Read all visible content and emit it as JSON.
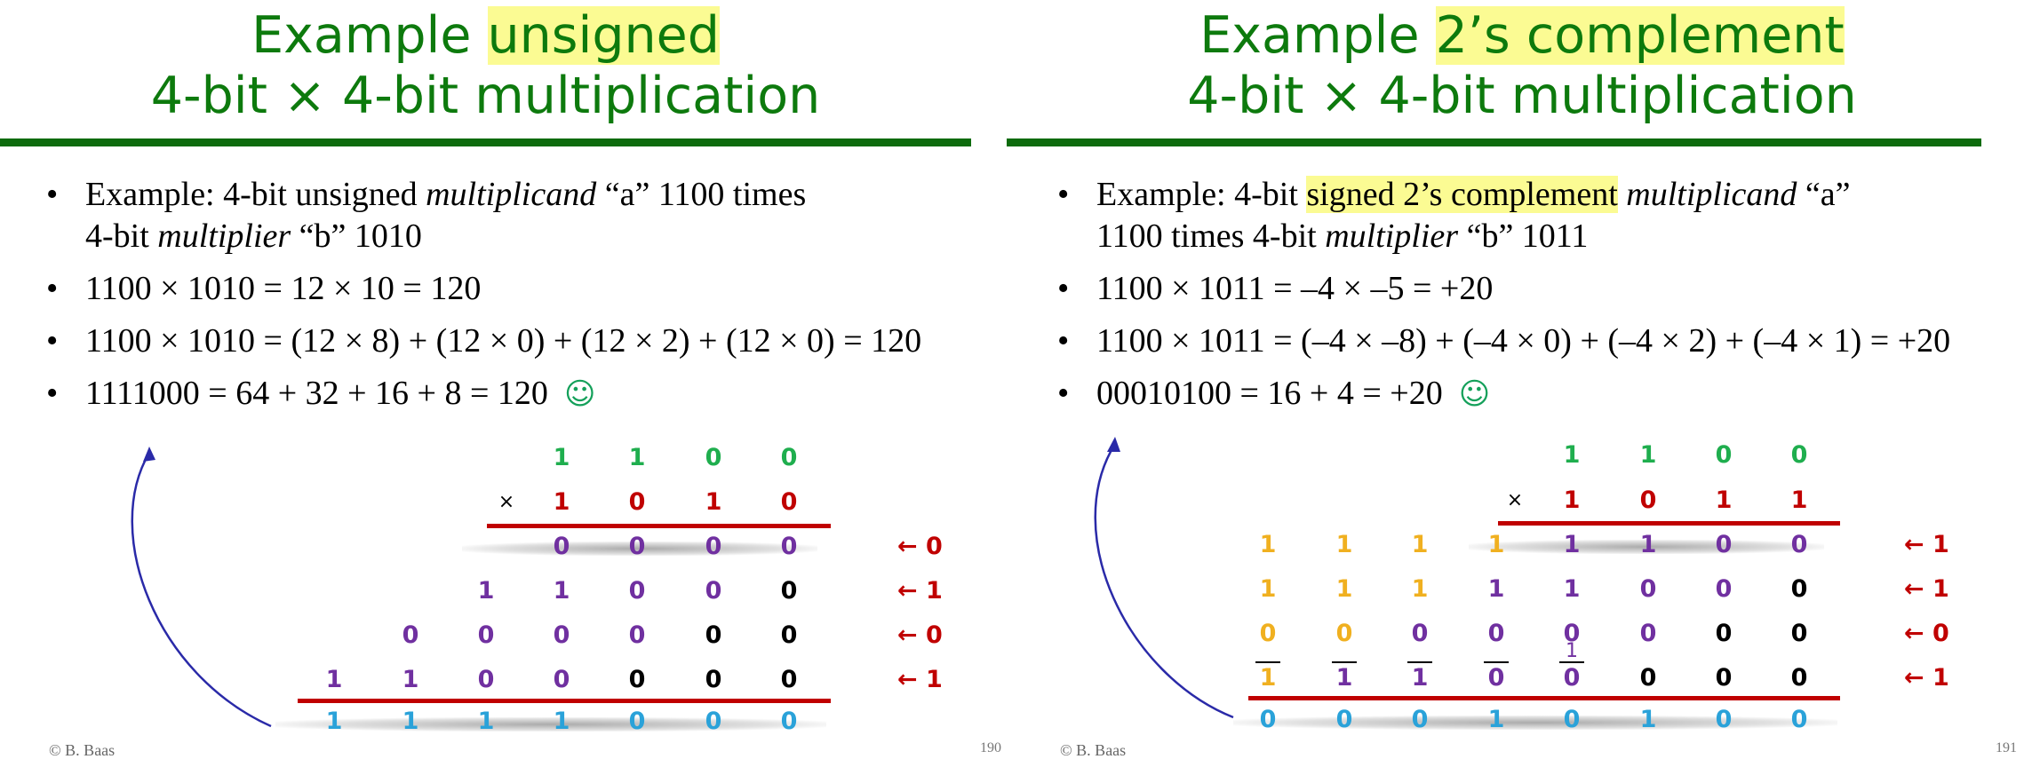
{
  "slide1": {
    "title": {
      "line1_prefix": "Example ",
      "line1_highlight": "unsigned",
      "line2": "4-bit × 4-bit multiplication"
    },
    "bullets": {
      "b1_a": "Example: 4-bit unsigned ",
      "b1_em1": "multiplicand",
      "b1_b": " “a” 1100 times",
      "b1_c": "4-bit ",
      "b1_em2": "multiplier",
      "b1_d": " “b” 1010",
      "b2": "1100 × 1010 = 12 × 10 = 120",
      "b3": "1100 × 1010 = (12 × 8) + (12 × 0) + (12 × 2) + (12 × 0) = 120",
      "b4": "1111000 = 64 + 32 + 16 + 8 = 120"
    },
    "smiley": "☺",
    "multiplicand": [
      "1",
      "1",
      "0",
      "0"
    ],
    "times": "×",
    "multiplier": [
      "1",
      "0",
      "1",
      "0"
    ],
    "pp1": [
      "0",
      "0",
      "0",
      "0"
    ],
    "pp2": [
      "1",
      "1",
      "0",
      "0",
      "0"
    ],
    "pp3": [
      "0",
      "0",
      "0",
      "0",
      "0",
      "0"
    ],
    "pp4": [
      "1",
      "1",
      "0",
      "0",
      "0",
      "0",
      "0"
    ],
    "result": [
      "1",
      "1",
      "1",
      "1",
      "0",
      "0",
      "0"
    ],
    "shift_labels": [
      "← 0",
      "← 1",
      "← 0",
      "← 1"
    ],
    "footer": "© B. Baas",
    "page": "190"
  },
  "slide2": {
    "title": {
      "line1_prefix": "Example ",
      "line1_highlight": "2’s complement",
      "line2": "4-bit × 4-bit multiplication"
    },
    "bullets": {
      "b1_a": "Example: 4-bit ",
      "b1_hl": "signed 2’s complement",
      "b1_em1": "multiplicand",
      "b1_b": " “a”",
      "b1_c": "1100 times 4-bit ",
      "b1_em2": "multiplier",
      "b1_d": " “b” 1011",
      "b2": "1100 × 1011 = –4 × –5 = +20",
      "b3": "1100 × 1011 = (–4 × –8) + (–4 × 0) + (–4 × 2) + (–4 × 1) = +20",
      "b4": "00010100 = 16 + 4 = +20"
    },
    "smiley": "☺",
    "multiplicand": [
      "1",
      "1",
      "0",
      "0"
    ],
    "times": "×",
    "multiplier": [
      "1",
      "0",
      "1",
      "1"
    ],
    "pp1": [
      "1",
      "1",
      "1",
      "1",
      "1",
      "1",
      "0",
      "0"
    ],
    "pp2": [
      "1",
      "1",
      "1",
      "1",
      "1",
      "0",
      "0",
      "0"
    ],
    "pp3": [
      "0",
      "0",
      "0",
      "0",
      "0",
      "0",
      "0",
      "0"
    ],
    "pp4": [
      "1",
      "1",
      "1",
      "0",
      "0",
      "0",
      "0",
      "0"
    ],
    "carry": "1",
    "result": [
      "0",
      "0",
      "0",
      "1",
      "0",
      "1",
      "0",
      "0"
    ],
    "shift_labels": [
      "← 1",
      "← 1",
      "← 0",
      "← 1"
    ],
    "footer": "© B. Baas",
    "page": "191"
  },
  "colors": {
    "title_green": "#0d7a0d",
    "highlight": "#fbfb93",
    "multiplicand_green": "#1fae4e",
    "multiplier_red": "#c00000",
    "partial_purple": "#7030a0",
    "sign_ext_orange": "#f0b020",
    "result_cyan": "#2aa2d9",
    "arrow_blue": "#2a2aa8"
  }
}
